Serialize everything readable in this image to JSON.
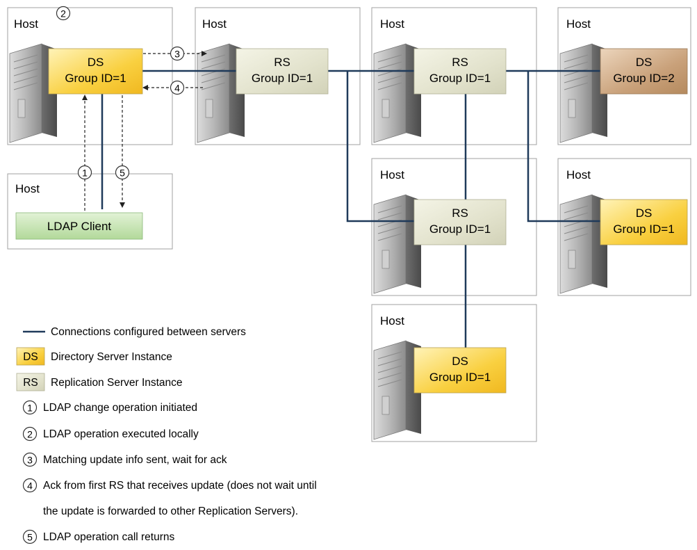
{
  "hosts": [
    {
      "label": "Host",
      "server": {
        "kind": "DS",
        "title": "DS",
        "subtitle": "Group ID=1",
        "variant": "ds-yellow"
      }
    },
    {
      "label": "Host",
      "server": {
        "kind": "RS",
        "title": "RS",
        "subtitle": "Group ID=1",
        "variant": "rs"
      }
    },
    {
      "label": "Host",
      "server": {
        "kind": "RS",
        "title": "RS",
        "subtitle": "Group ID=1",
        "variant": "rs"
      }
    },
    {
      "label": "Host",
      "server": {
        "kind": "DS",
        "title": "DS",
        "subtitle": "Group ID=2",
        "variant": "ds-brown"
      }
    },
    {
      "label": "Host",
      "server": {
        "kind": "RS",
        "title": "RS",
        "subtitle": "Group ID=1",
        "variant": "rs"
      }
    },
    {
      "label": "Host",
      "server": {
        "kind": "DS",
        "title": "DS",
        "subtitle": "Group ID=1",
        "variant": "ds-yellow"
      }
    },
    {
      "label": "Host",
      "server": {
        "kind": "DS",
        "title": "DS",
        "subtitle": "Group ID=1",
        "variant": "ds-yellow"
      }
    },
    {
      "label": "Host",
      "client": {
        "title": "LDAP Client"
      }
    }
  ],
  "steps_on_diagram": [
    "1",
    "2",
    "3",
    "4",
    "5"
  ],
  "legend": {
    "connection": "Connections configured between servers",
    "ds_tag": "DS",
    "ds_text": "Directory Server Instance",
    "rs_tag": "RS",
    "rs_text": "Replication Server Instance",
    "steps": [
      {
        "num": "1",
        "text": "LDAP change operation initiated"
      },
      {
        "num": "2",
        "text": "LDAP operation executed locally"
      },
      {
        "num": "3",
        "text": "Matching update info sent, wait for ack"
      },
      {
        "num": "4",
        "text": "Ack from first RS that receives update (does not wait until"
      },
      {
        "num": "",
        "text": "the update is forwarded to other Replication Servers)."
      },
      {
        "num": "5",
        "text": "LDAP operation call returns"
      }
    ]
  },
  "colors": {
    "connection": "#1f3a5a",
    "ds_yellow": "#f9d040",
    "ds_brown": "#c49a6c",
    "rs": "#e2e2cc",
    "client": "#bde0a8",
    "host_border": "#a0a0a0"
  }
}
